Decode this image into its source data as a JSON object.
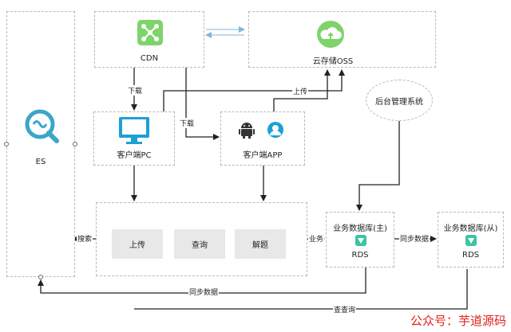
{
  "nodes": {
    "es": "ES",
    "cdn": "CDN",
    "oss": "云存储OSS",
    "pc": "客户端PC",
    "app": "客户端APP",
    "admin": "后台管理系统",
    "db_master_title": "业务数据库(主)",
    "db_master_sub": "RDS",
    "db_slave_title": "业务数据库(从)",
    "db_slave_sub": "RDS"
  },
  "service_buttons": [
    "上传",
    "查询",
    "解题"
  ],
  "edges": {
    "download1": "下载",
    "download2": "下载",
    "upload": "上传",
    "search": "搜索",
    "business": "业务",
    "sync1": "同步数据",
    "sync2": "同步数据",
    "query": "查查询"
  },
  "watermark": "公众号：芋道源码",
  "colors": {
    "cdn_icon": "#7ed36b",
    "oss_icon": "#7ed36b",
    "es_icon": "#3aa6c9",
    "pc_icon": "#1ba0d8",
    "app_icon_android": "#333333",
    "app_icon_person": "#1ba0d8",
    "rds_icon": "#3cc3a0",
    "arrow": "#222222",
    "light_arrow": "#7fb7d8",
    "watermark": "#e02020"
  }
}
